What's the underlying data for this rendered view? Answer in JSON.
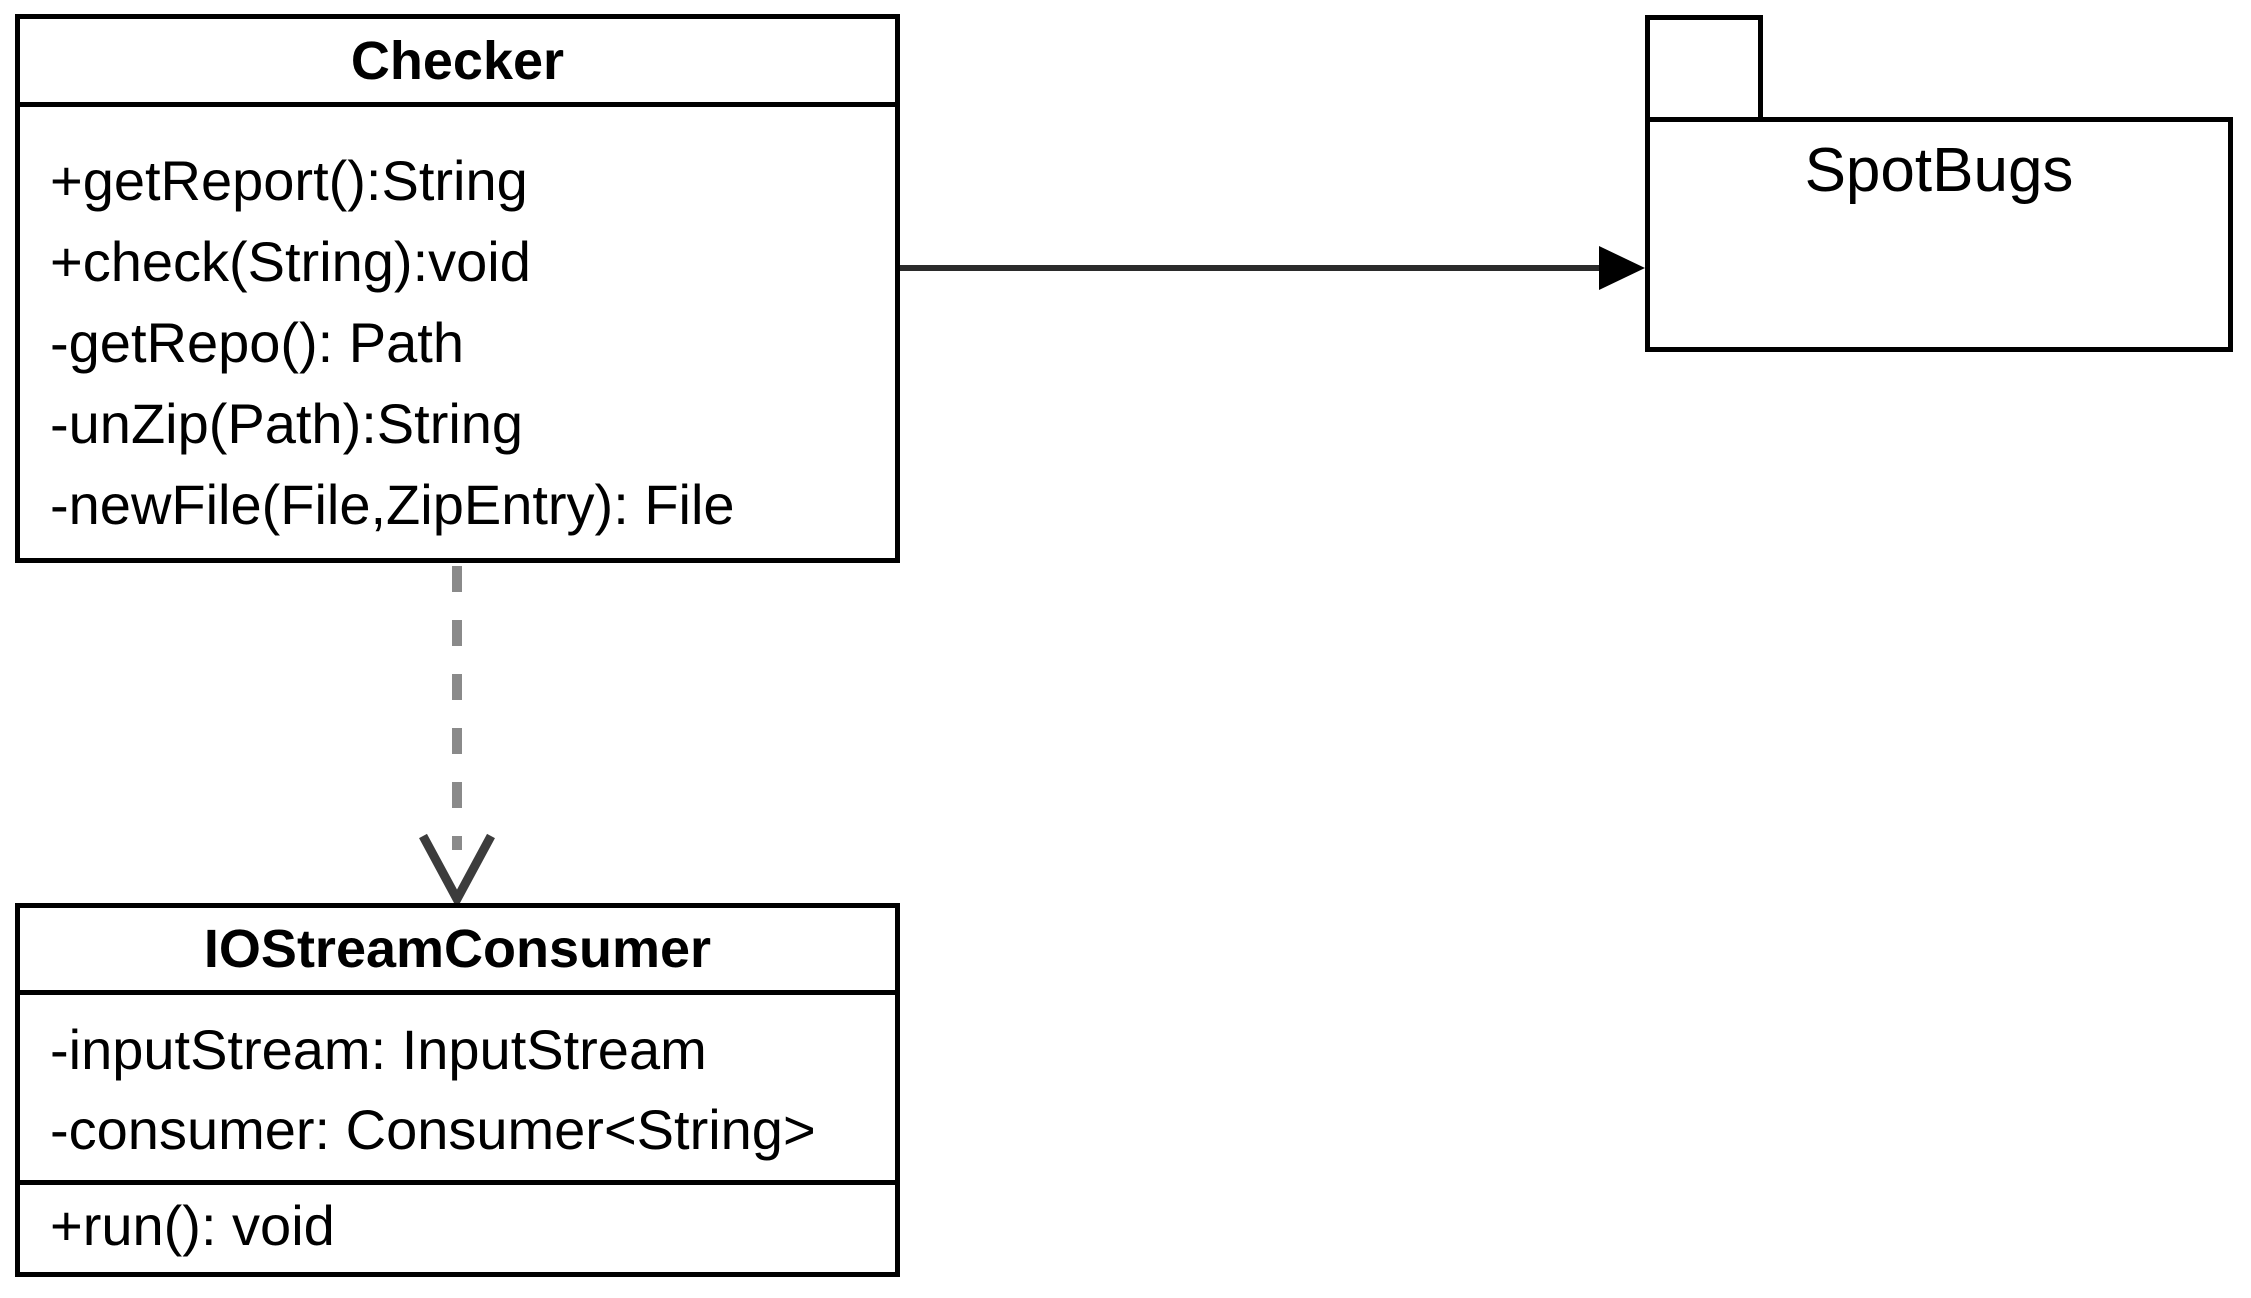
{
  "diagram": {
    "kind": "uml-class-diagram",
    "classes": [
      {
        "name": "Checker",
        "attributes": [],
        "methods": [
          "+getReport():String",
          "+check(String):void",
          "-getRepo(): Path",
          "-unZip(Path):String",
          "-newFile(File,ZipEntry): File"
        ]
      },
      {
        "name": "IOStreamConsumer",
        "attributes": [
          "-inputStream: InputStream",
          "-consumer: Consumer<String>"
        ],
        "methods": [
          "+run(): void"
        ]
      }
    ],
    "packages": [
      {
        "name": "SpotBugs"
      }
    ],
    "relationships": [
      {
        "from": "Checker",
        "to": "SpotBugs",
        "line": "solid",
        "arrowhead": "filled-triangle",
        "direction": "right"
      },
      {
        "from": "Checker",
        "to": "IOStreamConsumer",
        "line": "dashed",
        "arrowhead": "open-v",
        "direction": "down"
      }
    ],
    "colors": {
      "stroke": "#000000",
      "background": "#ffffff",
      "dashed_line": "#8a8a8a",
      "solid_arrow": "#2b2b2b",
      "open_arrowhead": "#3c3c3c"
    }
  }
}
